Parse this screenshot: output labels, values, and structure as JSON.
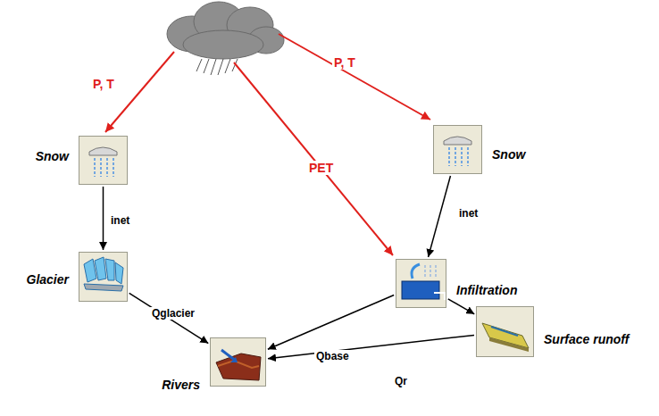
{
  "diagram": {
    "nodes": [
      {
        "text": [
          "Snow"
        ]
      },
      {
        "text": [
          "Snow"
        ]
      },
      {
        "text": [
          "Glacier"
        ]
      },
      {
        "text": [
          "Infiltration"
        ]
      },
      {
        "text": [
          "Surface runoff"
        ]
      },
      {
        "text": [
          "Rivers"
        ]
      }
    ],
    "edges": [
      {
        "from": 0,
        "to": 2,
        "label": "inet",
        "arrow": "to"
      },
      {
        "from": 1,
        "to": 3,
        "label": "inet",
        "arrow": "to"
      },
      {
        "from": 2,
        "to": 5,
        "label": "Qglacier",
        "arrow": "to"
      },
      {
        "from": 3,
        "to": 5,
        "label": "Qbase",
        "arrow": "to"
      },
      {
        "from": 3,
        "to": 4,
        "arrow": "to"
      },
      {
        "from": 4,
        "to": 5,
        "label": "Qr",
        "arrow": "to"
      }
    ],
    "labels": [
      "P, T",
      "P, T",
      "PET"
    ]
  }
}
